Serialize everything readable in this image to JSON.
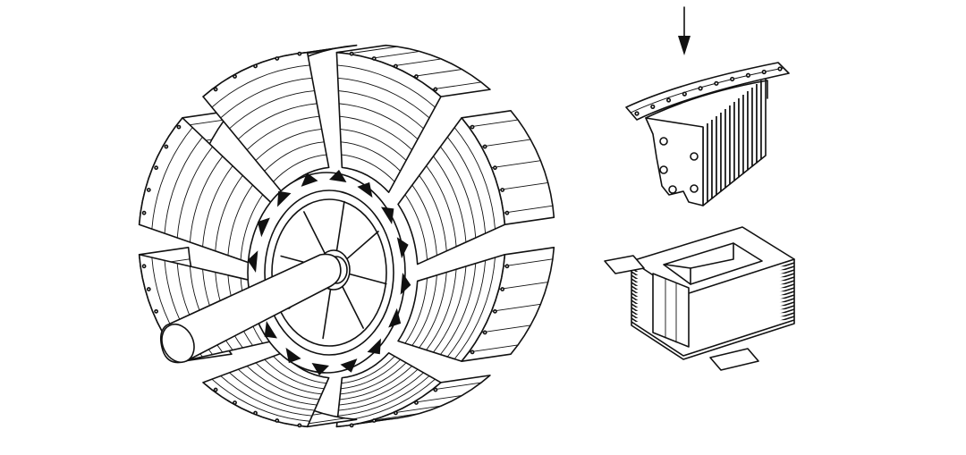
{
  "figure": {
    "description_visible_text": "",
    "colors": {
      "line": "#111111",
      "background": "#ffffff"
    },
    "parts": [
      {
        "name": "rotor-assembly",
        "pole_count": 8
      },
      {
        "name": "laminated-pole-core"
      },
      {
        "name": "field-coil"
      },
      {
        "name": "insertion-arrow",
        "direction": "down"
      }
    ]
  }
}
